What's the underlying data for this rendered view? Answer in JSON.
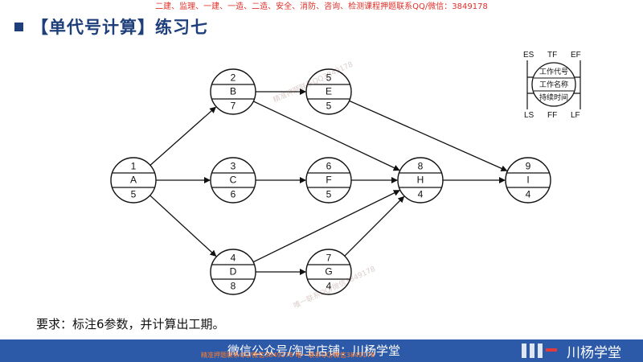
{
  "banner": "二建、监理、一建、一造、二造、安全、消防、咨询、检测课程押题联系QQ/微信：3849178",
  "title": "【单代号计算】练习七",
  "nodes": [
    {
      "id": "A",
      "num": "1",
      "name": "A",
      "dur": "5"
    },
    {
      "id": "B",
      "num": "2",
      "name": "B",
      "dur": "7"
    },
    {
      "id": "C",
      "num": "3",
      "name": "C",
      "dur": "6"
    },
    {
      "id": "D",
      "num": "4",
      "name": "D",
      "dur": "8"
    },
    {
      "id": "E",
      "num": "5",
      "name": "E",
      "dur": "5"
    },
    {
      "id": "F",
      "num": "6",
      "name": "F",
      "dur": "5"
    },
    {
      "id": "G",
      "num": "7",
      "name": "G",
      "dur": "4"
    },
    {
      "id": "H",
      "num": "8",
      "name": "H",
      "dur": "4"
    },
    {
      "id": "I",
      "num": "9",
      "name": "I",
      "dur": "4"
    }
  ],
  "edges": [
    [
      "A",
      "B"
    ],
    [
      "A",
      "C"
    ],
    [
      "A",
      "D"
    ],
    [
      "B",
      "E"
    ],
    [
      "C",
      "F"
    ],
    [
      "D",
      "G"
    ],
    [
      "E",
      "I"
    ],
    [
      "F",
      "H"
    ],
    [
      "G",
      "H"
    ],
    [
      "H",
      "I"
    ],
    [
      "B",
      "H"
    ],
    [
      "D",
      "H"
    ]
  ],
  "legend": {
    "es": "ES",
    "tf": "TF",
    "ef": "EF",
    "ls": "LS",
    "ff": "FF",
    "lf": "LF",
    "code": "工作代号",
    "name": "工作名称",
    "duration": "持续时间"
  },
  "watermarks": [
    "精准押题联系QQ3849178",
    "唯一联系QQ/微信3849178"
  ],
  "requirement": "要求：标注6参数，并计算出工期。",
  "footer": {
    "main": "微信公众号/淘宝店铺：川杨学堂",
    "small": "精准押题联系QQ/微信3849178  唯一联系QQ/微信3849178",
    "logo": "川杨学堂"
  }
}
